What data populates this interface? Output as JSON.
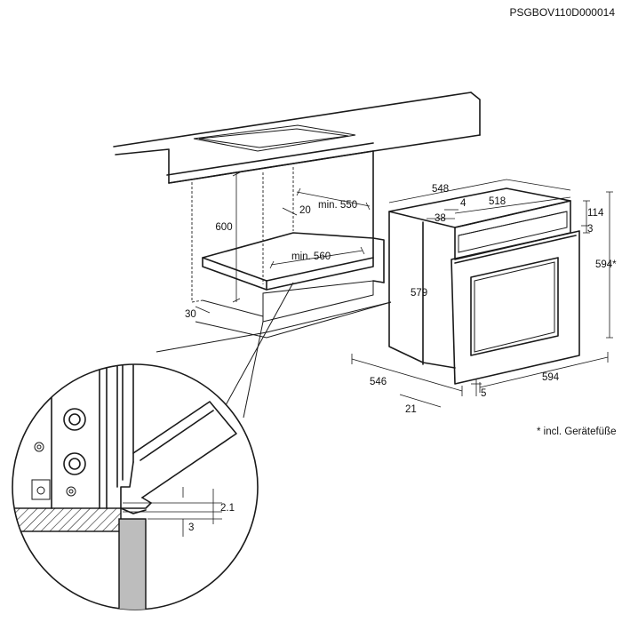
{
  "product_code": "PSGBOV110D000014",
  "footnote": "* incl. Gerätefüße",
  "dimensions": {
    "cabinet_height": "600",
    "cabinet_depth_min": "min. 550",
    "cabinet_gap": "20",
    "cabinet_width_min": "min. 560",
    "cabinet_side_offset": "30",
    "oven_top_depth": "548",
    "oven_panel_depth": "518",
    "oven_offset_4": "4",
    "oven_offset_38": "38",
    "oven_panel_height": "114",
    "oven_panel_gap": "3",
    "oven_body_height": "579",
    "oven_height_total": "594*",
    "oven_side_depth": "546",
    "oven_base_offset": "21",
    "oven_front_width": "594",
    "oven_foot": "5",
    "detail_gap_upper": "2.1",
    "detail_gap_lower": "3"
  }
}
